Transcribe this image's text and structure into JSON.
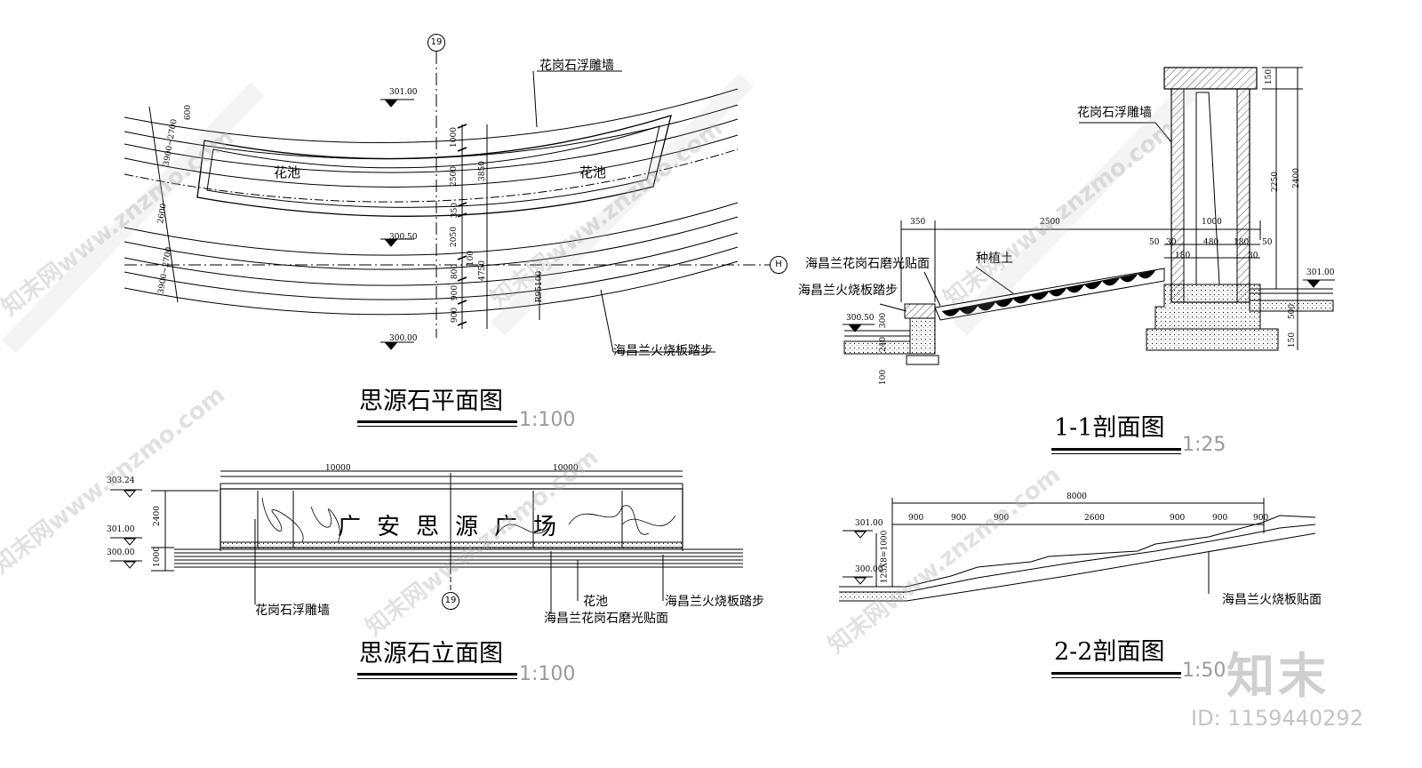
{
  "plan": {
    "title": "思源石平面图",
    "scale": "1:100",
    "axis_19": "19",
    "axis_h": "H",
    "label_wall": "花岗石浮雕墙",
    "label_pool_left": "花池",
    "label_pool_right": "花池",
    "label_steps": "海昌兰火烧板踏步",
    "elev_top": "301.00",
    "elev_mid": "300.50",
    "elev_bottom": "300.00",
    "dims_left": [
      "600",
      "3900~2700",
      "2600",
      "3900~2700"
    ],
    "dims_center": [
      "1000",
      "2500",
      "350",
      "2050",
      "800",
      "900",
      "900"
    ],
    "dim_3850": "3850",
    "dim_4750": "4750",
    "dim_100": "100",
    "dim_r": "R95100"
  },
  "elevation": {
    "title": "思源石立面图",
    "scale": "1:100",
    "big_text": "广安思源广场",
    "axis_19": "19",
    "elev_1": "303.24",
    "elev_2": "301.00",
    "elev_3": "300.00",
    "dim_2400": "2400",
    "dim_1000": "1000",
    "dim_left": "10000",
    "dim_right": "10000",
    "label_wall": "花岗石浮雕墙",
    "label_pool": "花池",
    "label_granite": "海昌兰花岗石磨光贴面",
    "label_steps": "海昌兰火烧板踏步"
  },
  "section11": {
    "title": "1-1剖面图",
    "scale": "1:25",
    "label_wall": "花岗石浮雕墙",
    "label_granite": "海昌兰花岗石磨光贴面",
    "label_soil": "种植土",
    "label_steps": "海昌兰火烧板踏步",
    "elev_right": "301.00",
    "elev_left": "300.50",
    "dims_top": [
      "350",
      "2500",
      "1000"
    ],
    "dims_wall": [
      "50",
      "30",
      "480",
      "180",
      "50"
    ],
    "dims_base": [
      "180",
      "30"
    ],
    "dims_right": [
      "150",
      "2250",
      "2400",
      "500",
      "150"
    ],
    "dims_left": [
      "300",
      "240",
      "100"
    ]
  },
  "section22": {
    "title": "2-2剖面图",
    "scale": "1:50",
    "elev_top": "301.00",
    "elev_bottom": "300.00",
    "total": "8000",
    "dims": [
      "900",
      "900",
      "900",
      "2600",
      "900",
      "900",
      "900"
    ],
    "dim_vert": "125X8=1000",
    "label_steps": "海昌兰火烧板贴面"
  },
  "watermark": {
    "logo": "知末",
    "id": "ID: 1159440292",
    "text": "知末网www.znzmo.com"
  }
}
